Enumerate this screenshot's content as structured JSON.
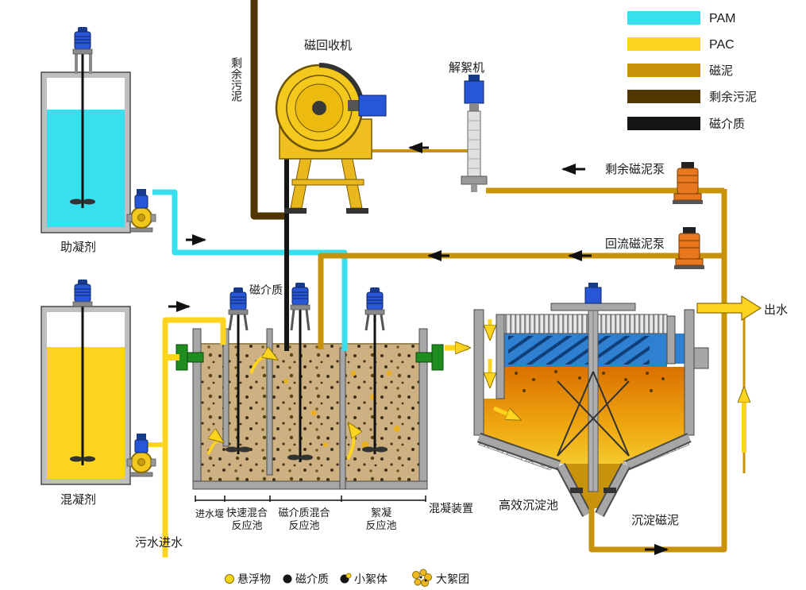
{
  "legend": {
    "items": [
      {
        "label": "PAM",
        "color": "#38E0EE"
      },
      {
        "label": "PAC",
        "color": "#FFD41E"
      },
      {
        "label": "磁泥",
        "color": "#C8930A"
      },
      {
        "label": "剩余污泥",
        "color": "#523600"
      },
      {
        "label": "磁介质",
        "color": "#151515"
      }
    ]
  },
  "colors": {
    "pam_pipe": "#38E0EE",
    "pac_pipe": "#FFD41E",
    "magnetic_sludge_pipe": "#C8930A",
    "surplus_sludge_pipe": "#523600",
    "magnetic_media_pipe": "#151515"
  },
  "labels": {
    "coagulant_aid_tank": "助凝剂",
    "coagulant_tank": "混凝剂",
    "magnetic_recovery_machine": "磁回收机",
    "deflocculator": "解絮机",
    "surplus_magnetic_sludge_pump": "剩余磁泥泵",
    "return_magnetic_sludge_pump": "回流磁泥泵",
    "surplus_sludge": "剩余污泥",
    "magnetic_media": "磁介质",
    "sewage_inflow": "污水进水",
    "outflow": "出水",
    "inlet_weir": "进水堰",
    "rapid_mix_line1": "快速混合",
    "rapid_mix_line2": "反应池",
    "media_mix_line1": "磁介质混合",
    "media_mix_line2": "反应池",
    "floc_line1": "絮凝",
    "floc_line2": "反应池",
    "coagulation_device": "混凝装置",
    "sedimentation_tank": "高效沉淀池",
    "settled_magnetic_sludge": "沉淀磁泥"
  },
  "bottom_legend": {
    "suspended_solids": "悬浮物",
    "magnetic_media": "磁介质",
    "small_floc": "小絮体",
    "large_floc": "大絮团"
  }
}
